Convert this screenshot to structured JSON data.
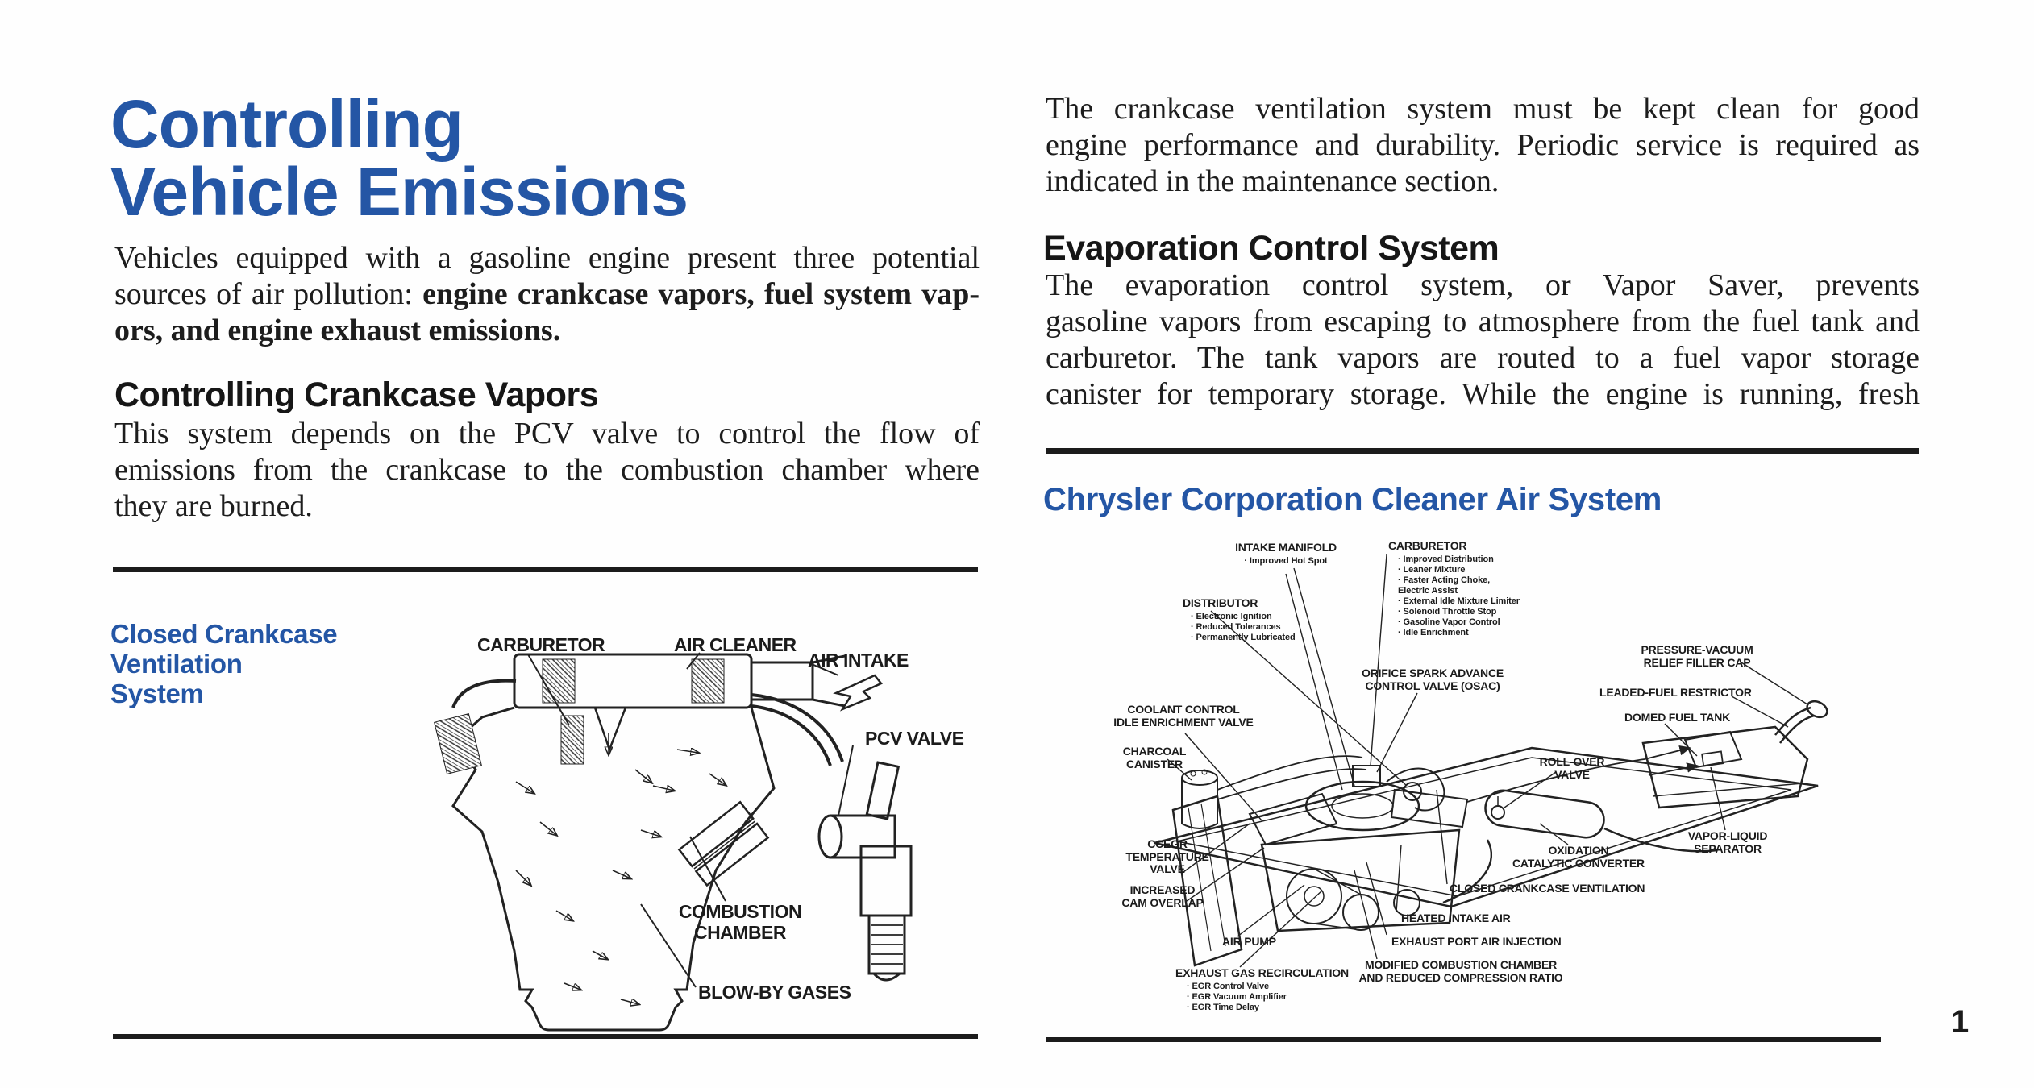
{
  "page": {
    "number": "1"
  },
  "colors": {
    "blue": "#2456a5",
    "ink": "#1d1d1d"
  },
  "left": {
    "title_lines": [
      "Controlling",
      "Vehicle Emissions"
    ],
    "para1": {
      "l1": "Vehicles equipped with a gasoline engine present three potential",
      "l2n": "sources of air pollution: ",
      "l2b": "engine crankcase vapors, fuel system vap-",
      "l3b": "ors, and engine exhaust emissions."
    },
    "heading2": "Controlling Crankcase Vapors",
    "para2": {
      "l1": "This system depends on the PCV valve to control the flow of",
      "l2": "emissions from the crankcase to the combustion chamber where",
      "l3": "they are burned."
    },
    "diagram": {
      "caption_lines": [
        "Closed Crankcase",
        "Ventilation",
        "System"
      ],
      "labels": {
        "carburetor": "CARBURETOR",
        "air_cleaner": "AIR CLEANER",
        "air_intake": "AIR INTAKE",
        "pcv_valve": "PCV VALVE",
        "combustion_chamber": [
          "COMBUSTION",
          "CHAMBER"
        ],
        "blow_by": "BLOW-BY GASES"
      }
    }
  },
  "right": {
    "para1": {
      "l1": "The crankcase ventilation system must be kept clean for good",
      "l2": "engine performance and durability. Periodic service is required as",
      "l3": "indicated in the maintenance section."
    },
    "heading2": "Evaporation Control System",
    "para2": {
      "l1": "The evaporation control system, or Vapor Saver, prevents",
      "l2": "gasoline vapors from escaping to atmosphere from the fuel tank and",
      "l3": "carburetor. The tank vapors are routed to a fuel vapor storage",
      "l4": "canister for temporary storage. While the engine is running, fresh"
    },
    "diagram_heading": "Chrysler Corporation Cleaner Air System",
    "diagram": {
      "labels": {
        "intake_manifold": {
          "title": "INTAKE MANIFOLD",
          "items": [
            "· Improved Hot Spot"
          ]
        },
        "carburetor": {
          "title": "CARBURETOR",
          "items": [
            "· Improved Distribution",
            "· Leaner Mixture",
            "· Faster Acting Choke,",
            "      Electric Assist",
            "· External Idle Mixture Limiter",
            "· Solenoid Throttle Stop",
            "· Gasoline Vapor Control",
            "· Idle Enrichment"
          ]
        },
        "distributor": {
          "title": "DISTRIBUTOR",
          "items": [
            "· Electronic Ignition",
            "· Reduced Tolerances",
            "· Permanently Lubricated"
          ]
        },
        "coolant_valve": {
          "title": [
            "COOLANT CONTROL",
            "IDLE ENRICHMENT VALVE"
          ]
        },
        "charcoal_canister": {
          "title": [
            "CHARCOAL",
            "CANISTER"
          ]
        },
        "osac_valve": {
          "title": [
            "ORIFICE SPARK ADVANCE",
            "CONTROL VALVE (OSAC)"
          ]
        },
        "rollover_valve": {
          "title": [
            "ROLL-OVER",
            "VALVE"
          ]
        },
        "pressure_cap": {
          "title": [
            "PRESSURE-VACUUM",
            "RELIEF FILLER CAP"
          ]
        },
        "leaded_fuel": {
          "title": "LEADED-FUEL RESTRICTOR"
        },
        "domed_tank": {
          "title": "DOMED FUEL TANK"
        },
        "vapor_separator": {
          "title": [
            "VAPOR-LIQUID",
            "SEPARATOR"
          ]
        },
        "oxidation_converter": {
          "title": [
            "OXIDATION",
            "CATALYTIC CONVERTER"
          ]
        },
        "ccv": {
          "title": "CLOSED CRANKCASE VENTILATION"
        },
        "heated_air": {
          "title": "HEATED INTAKE AIR"
        },
        "exhaust_port": {
          "title": "EXHAUST PORT AIR INJECTION"
        },
        "modified_chamber": {
          "title": [
            "MODIFIED COMBUSTION CHAMBER",
            "AND REDUCED COMPRESSION RATIO"
          ]
        },
        "egr": {
          "title": "EXHAUST GAS RECIRCULATION",
          "items": [
            "· EGR Control Valve",
            "· EGR Vacuum Amplifier",
            "· EGR Time Delay"
          ]
        },
        "air_pump": {
          "title": "AIR PUMP"
        },
        "ccegr_valve": {
          "title": [
            "CCEGR",
            "TEMPERATURE",
            "VALVE"
          ]
        },
        "cam_overlap": {
          "title": [
            "INCREASED",
            "CAM OVERLAP"
          ]
        }
      }
    }
  }
}
